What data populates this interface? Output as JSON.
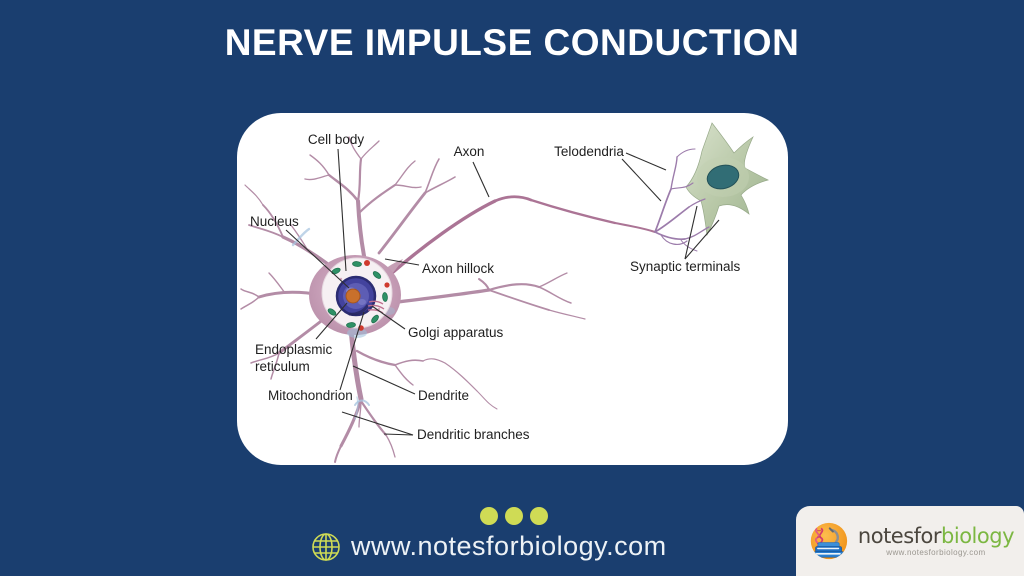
{
  "title": "NERVE IMPULSE CONDUCTION",
  "diagram": {
    "labels": {
      "cell_body": "Cell body",
      "axon": "Axon",
      "telodendria": "Telodendria",
      "nucleus": "Nucleus",
      "axon_hillock": "Axon hillock",
      "synaptic_terminals": "Synaptic terminals",
      "golgi_apparatus": "Golgi apparatus",
      "endoplasmic_reticulum": {
        "line1": "Endoplasmic",
        "line2": "reticulum"
      },
      "mitochondrion": "Mitochondrion",
      "dendrite": "Dendrite",
      "dendritic_branches": "Dendritic branches"
    }
  },
  "footer": {
    "website": "www.notesforbiology.com"
  },
  "logo": {
    "name_part1": "notesfor",
    "name_part2": "biology",
    "website": "www.notesforbiology.com"
  },
  "colors": {
    "background": "#1a3e6f",
    "card": "#ffffff",
    "accent_dots": "#cfdb55",
    "logo_green": "#7cb742",
    "logo_orange": "#f59d1e"
  }
}
